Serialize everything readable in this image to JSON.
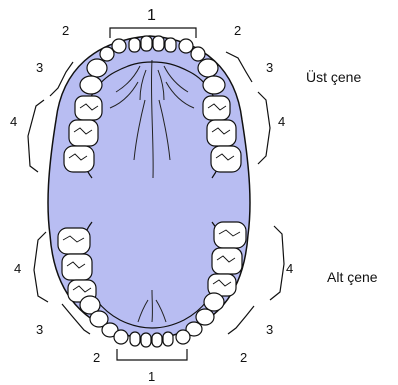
{
  "diagram": {
    "upper_jaw_label": "Üst çene",
    "lower_jaw_label": "Alt çene",
    "group_labels": {
      "incisors_top": "1",
      "incisors_bottom": "1",
      "canine_top_left": "2",
      "canine_top_right": "2",
      "canine_bottom_left": "2",
      "canine_bottom_right": "2",
      "premolar_top_left": "3",
      "premolar_top_right": "3",
      "premolar_bottom_left": "3",
      "premolar_bottom_right": "3",
      "molar_top_left": "4",
      "molar_top_right": "4",
      "molar_bottom_left": "4",
      "molar_bottom_right": "4"
    },
    "colors": {
      "mouth_fill": "#b8bdf2",
      "tooth_fill": "#ffffff",
      "outline": "#111111"
    }
  }
}
